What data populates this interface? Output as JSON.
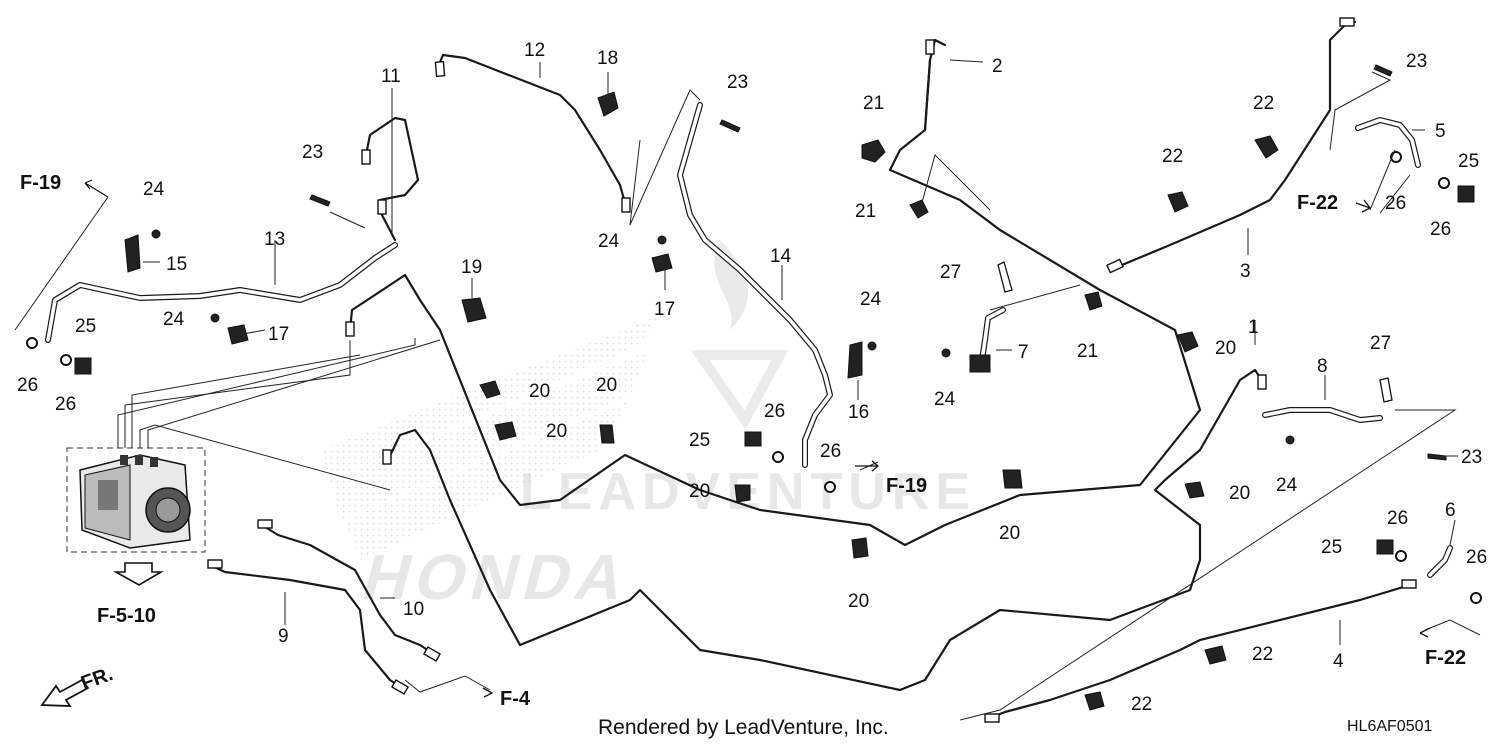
{
  "watermark": {
    "brand": "LEADVENTURE",
    "maker": "HONDA"
  },
  "footer": {
    "rendered_by": "Rendered by LeadVenture, Inc.",
    "diagram_code": "HL6AF0501"
  },
  "refs": {
    "f19_left": "F-19",
    "f22_top": "F-22",
    "f19_mid": "F-19",
    "f4": "F-4",
    "f5_10": "F-5-10",
    "f22_bottom": "F-22",
    "fr": "FR."
  },
  "callouts": {
    "p1": "1",
    "p2": "2",
    "p3": "3",
    "p4": "4",
    "p5": "5",
    "p6": "6",
    "p7": "7",
    "p8": "8",
    "p9": "9",
    "p10": "10",
    "p11": "11",
    "p12": "12",
    "p13": "13",
    "p14": "14",
    "p15": "15",
    "p16": "16",
    "p17a": "17",
    "p17b": "17",
    "p18": "18",
    "p19": "19",
    "p20a": "20",
    "p20b": "20",
    "p20c": "20",
    "p20d": "20",
    "p20e": "20",
    "p20f": "20",
    "p20g": "20",
    "p20h": "20",
    "p21a": "21",
    "p21b": "21",
    "p21c": "21",
    "p22a": "22",
    "p22b": "22",
    "p22c": "22",
    "p22d": "22",
    "p23a": "23",
    "p23b": "23",
    "p23c": "23",
    "p23d": "23",
    "p24a": "24",
    "p24b": "24",
    "p24c": "24",
    "p24d": "24",
    "p24e": "24",
    "p24f": "24",
    "p25a": "25",
    "p25b": "25",
    "p25c": "25",
    "p25d": "25",
    "p26a": "26",
    "p26b": "26",
    "p26c": "26",
    "p26d": "26",
    "p26e": "26",
    "p26f": "26",
    "p26g": "26",
    "p27a": "27",
    "p27b": "27"
  }
}
